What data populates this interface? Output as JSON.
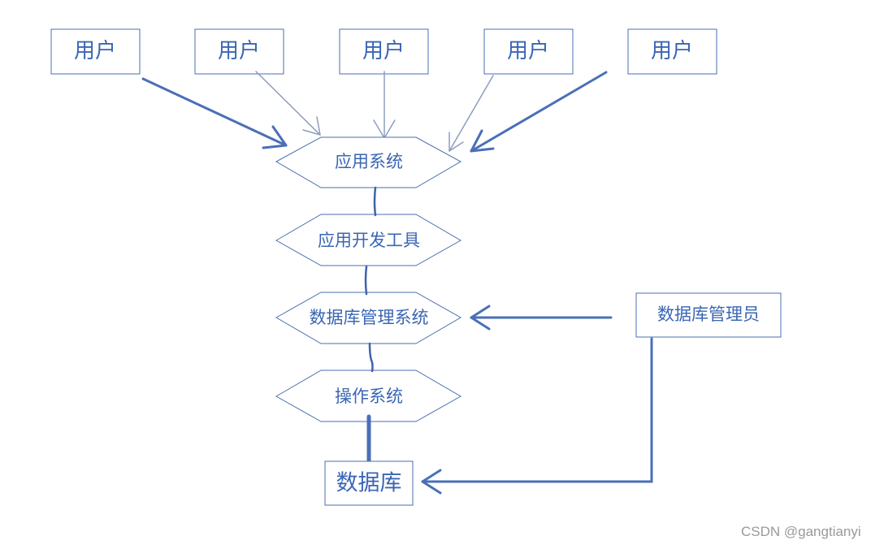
{
  "users": [
    {
      "label": "用户"
    },
    {
      "label": "用户"
    },
    {
      "label": "用户"
    },
    {
      "label": "用户"
    },
    {
      "label": "用户"
    }
  ],
  "layers": {
    "app_system": "应用系统",
    "dev_tools": "应用开发工具",
    "dbms": "数据库管理系统",
    "os": "操作系统"
  },
  "dba": "数据库管理员",
  "database": "数据库",
  "watermark": "CSDN @gangtianyi",
  "colors": {
    "node_stroke": "#4a6fb0",
    "text": "#3a66b4",
    "arrow_thick": "#4a6fb7",
    "arrow_thin": "#8d9dc0"
  }
}
